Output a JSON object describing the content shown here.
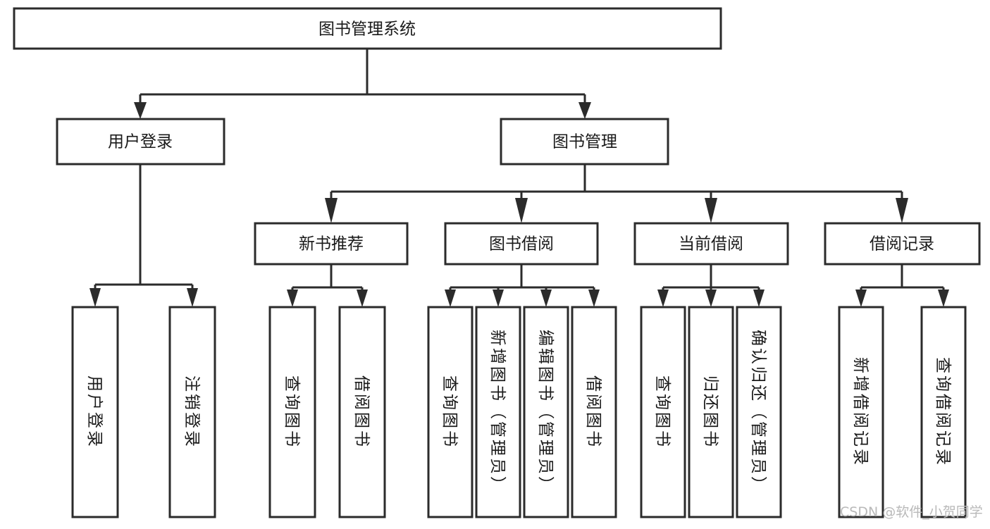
{
  "diagram": {
    "title": "图书管理系统",
    "type": "tree-hierarchy-chart",
    "root": {
      "id": "root",
      "label": "图书管理系统"
    },
    "level2": [
      {
        "id": "user-login",
        "label": "用户登录"
      },
      {
        "id": "book-management",
        "label": "图书管理"
      }
    ],
    "level3": [
      {
        "id": "new-book-recommend",
        "label": "新书推荐",
        "parent": "book-management"
      },
      {
        "id": "book-borrow",
        "label": "图书借阅",
        "parent": "book-management"
      },
      {
        "id": "current-borrow",
        "label": "当前借阅",
        "parent": "book-management"
      },
      {
        "id": "borrow-record",
        "label": "借阅记录",
        "parent": "book-management"
      }
    ],
    "leaves": [
      {
        "id": "leaf-user-login",
        "label": "用户登录",
        "parent": "user-login"
      },
      {
        "id": "leaf-logout-login",
        "label": "注销登录",
        "parent": "user-login"
      },
      {
        "id": "leaf-query-book-1",
        "label": "查询图书",
        "parent": "new-book-recommend"
      },
      {
        "id": "leaf-borrow-book-1",
        "label": "借阅图书",
        "parent": "new-book-recommend"
      },
      {
        "id": "leaf-query-book-2",
        "label": "查询图书",
        "parent": "book-borrow"
      },
      {
        "id": "leaf-add-book",
        "label": "新增图书（管理员）",
        "parent": "book-borrow"
      },
      {
        "id": "leaf-edit-book",
        "label": "编辑图书（管理员）",
        "parent": "book-borrow"
      },
      {
        "id": "leaf-borrow-book-2",
        "label": "借阅图书",
        "parent": "book-borrow"
      },
      {
        "id": "leaf-query-book-3",
        "label": "查询图书",
        "parent": "current-borrow"
      },
      {
        "id": "leaf-return-book",
        "label": "归还图书",
        "parent": "current-borrow"
      },
      {
        "id": "leaf-confirm-return",
        "label": "确认归还（管理员）",
        "parent": "current-borrow"
      },
      {
        "id": "leaf-add-record",
        "label": "新增借阅记录",
        "parent": "borrow-record"
      },
      {
        "id": "leaf-query-record",
        "label": "查询借阅记录",
        "parent": "borrow-record"
      }
    ]
  },
  "watermark": {
    "text": "CSDN @软件_小贺同学"
  },
  "colors": {
    "stroke": "#2b2b2b",
    "fill": "#ffffff",
    "text": "#1a1a1a",
    "watermark": "#b9b9b9"
  }
}
